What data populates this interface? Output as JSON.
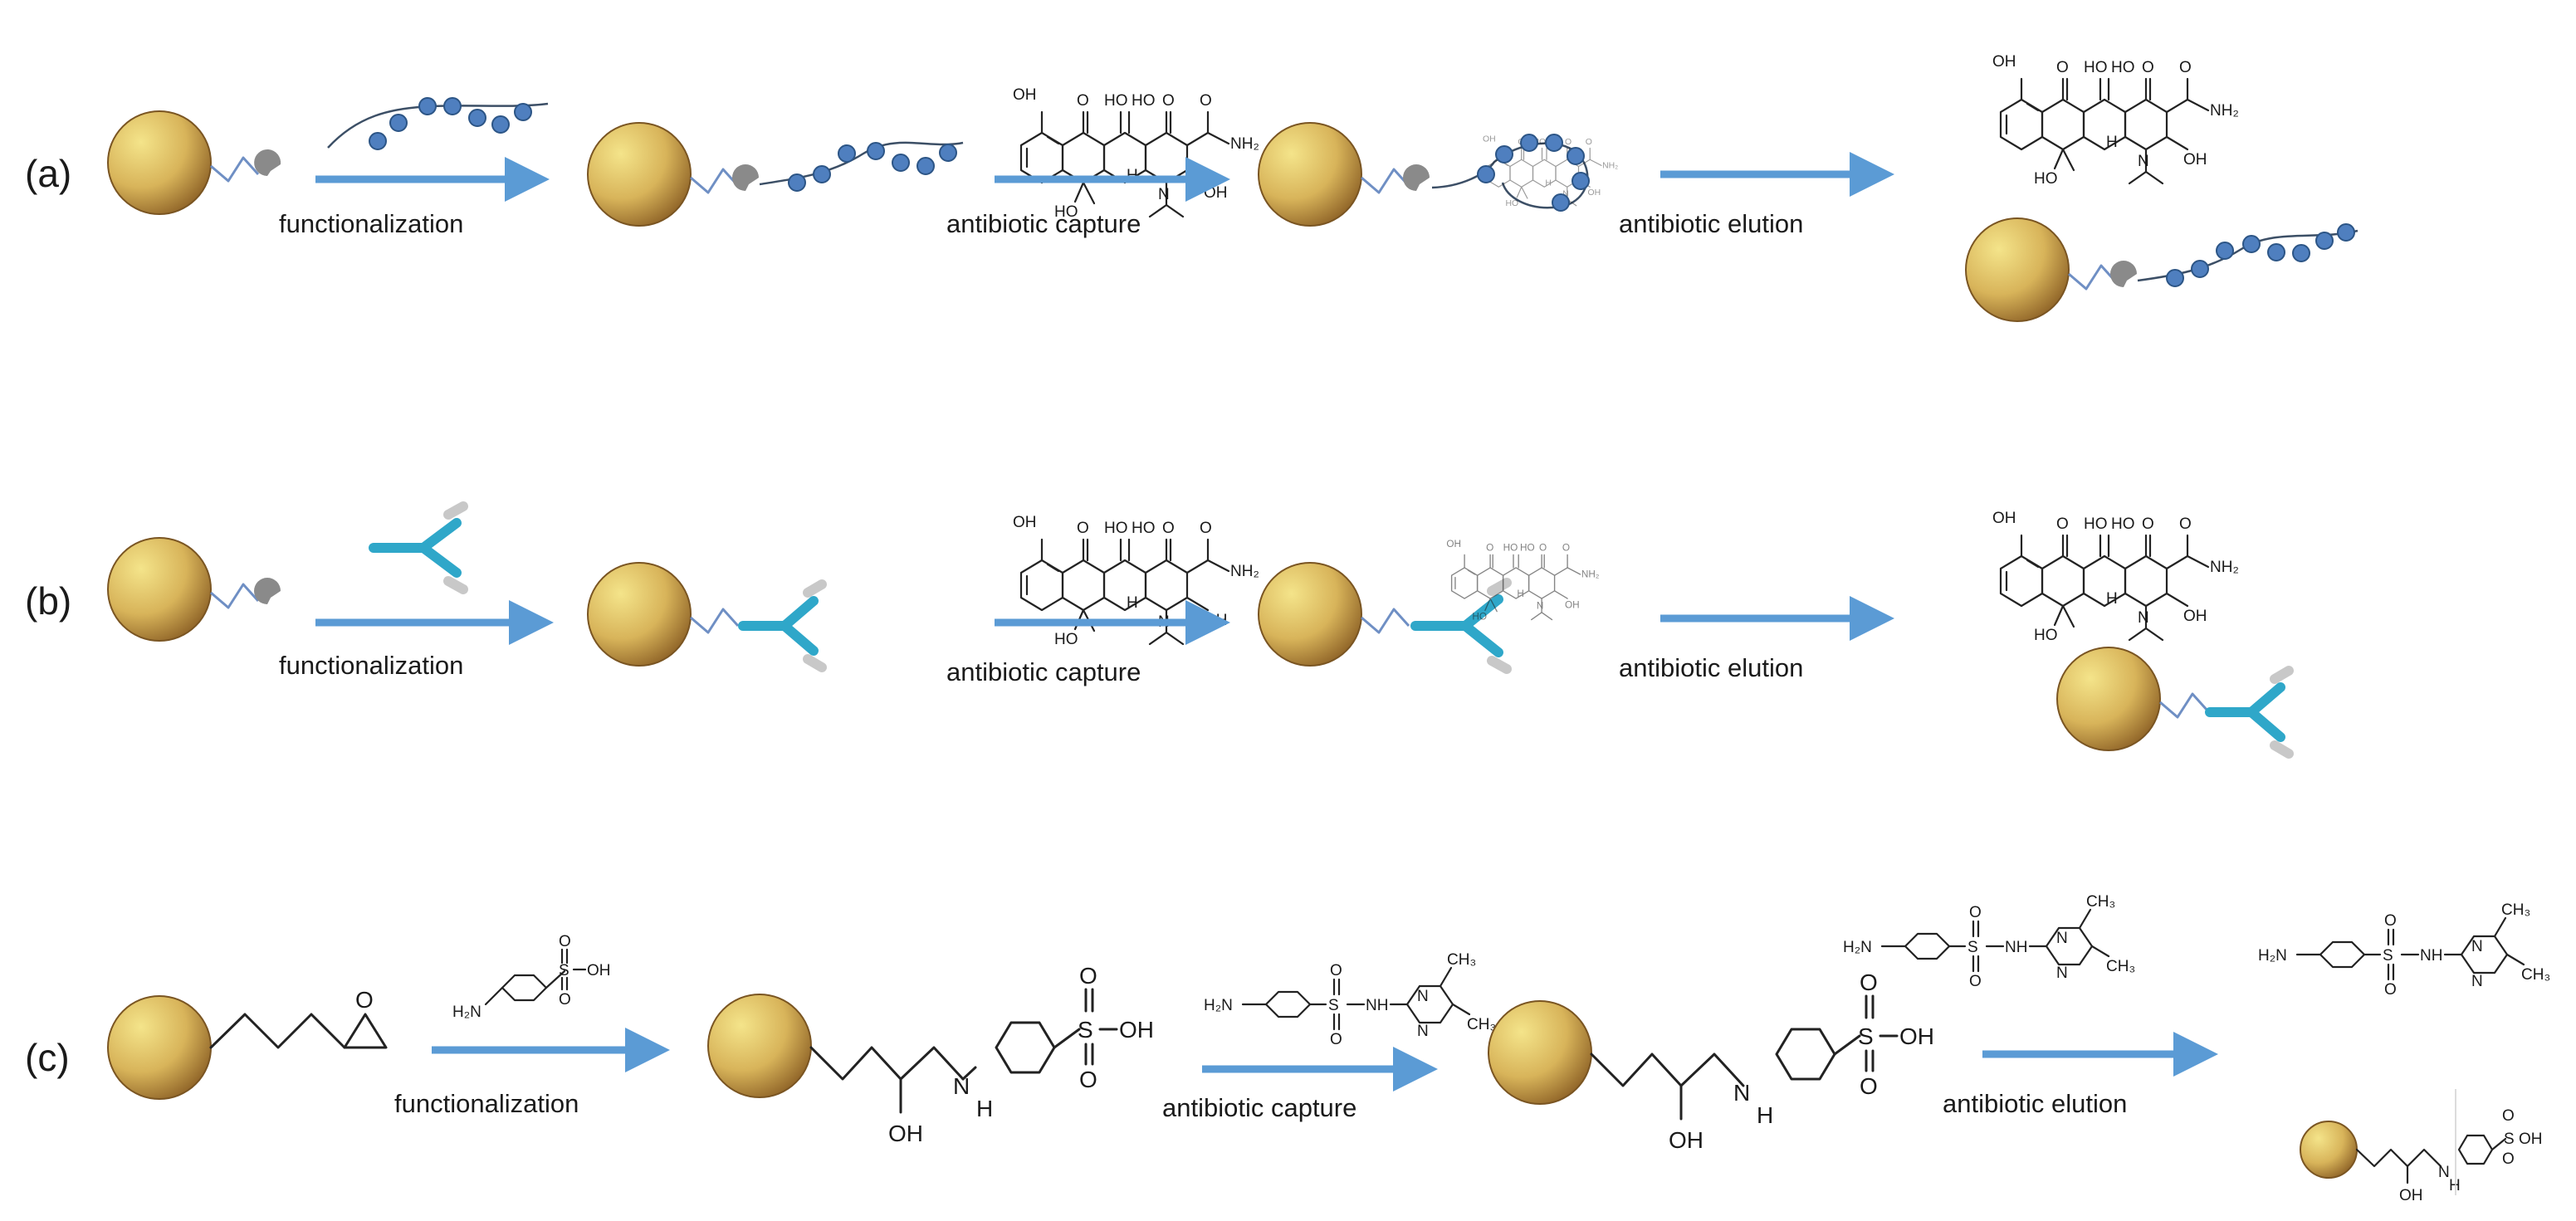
{
  "rows": [
    {
      "id": "a",
      "label": "(a)",
      "steps": [
        "functionalization",
        "antibiotic capture",
        "antibiotic elution"
      ]
    },
    {
      "id": "b",
      "label": "(b)",
      "steps": [
        "functionalization",
        "antibiotic capture",
        "antibiotic elution"
      ]
    },
    {
      "id": "c",
      "label": "(c)",
      "steps": [
        "functionalization",
        "antibiotic capture",
        "antibiotic elution"
      ]
    }
  ],
  "chem": {
    "oh": "OH",
    "o": "O",
    "ho": "HO",
    "nh2": "NH2",
    "h2n": "H2N",
    "n": "N",
    "h": "H",
    "s": "S",
    "nh": "NH",
    "ch3": "CH3",
    "so3h": "S-OH",
    "sulfanilic": "H2N"
  },
  "colors": {
    "particle_light": "#f1dc7e",
    "particle_dark": "#8a5e24",
    "arrow": "#5b9bd5",
    "aptamer_bead": "#4f7fbf",
    "antibody": "#2fa7c9",
    "linker": "#6f8fc4",
    "receptor": "#8a8a8a"
  },
  "icons": [
    "gold-particle-icon",
    "aptamer-icon",
    "antibody-icon",
    "tetracycline-icon",
    "sulfamethazine-icon",
    "sulfanilic-acid-icon",
    "epoxide-icon"
  ]
}
